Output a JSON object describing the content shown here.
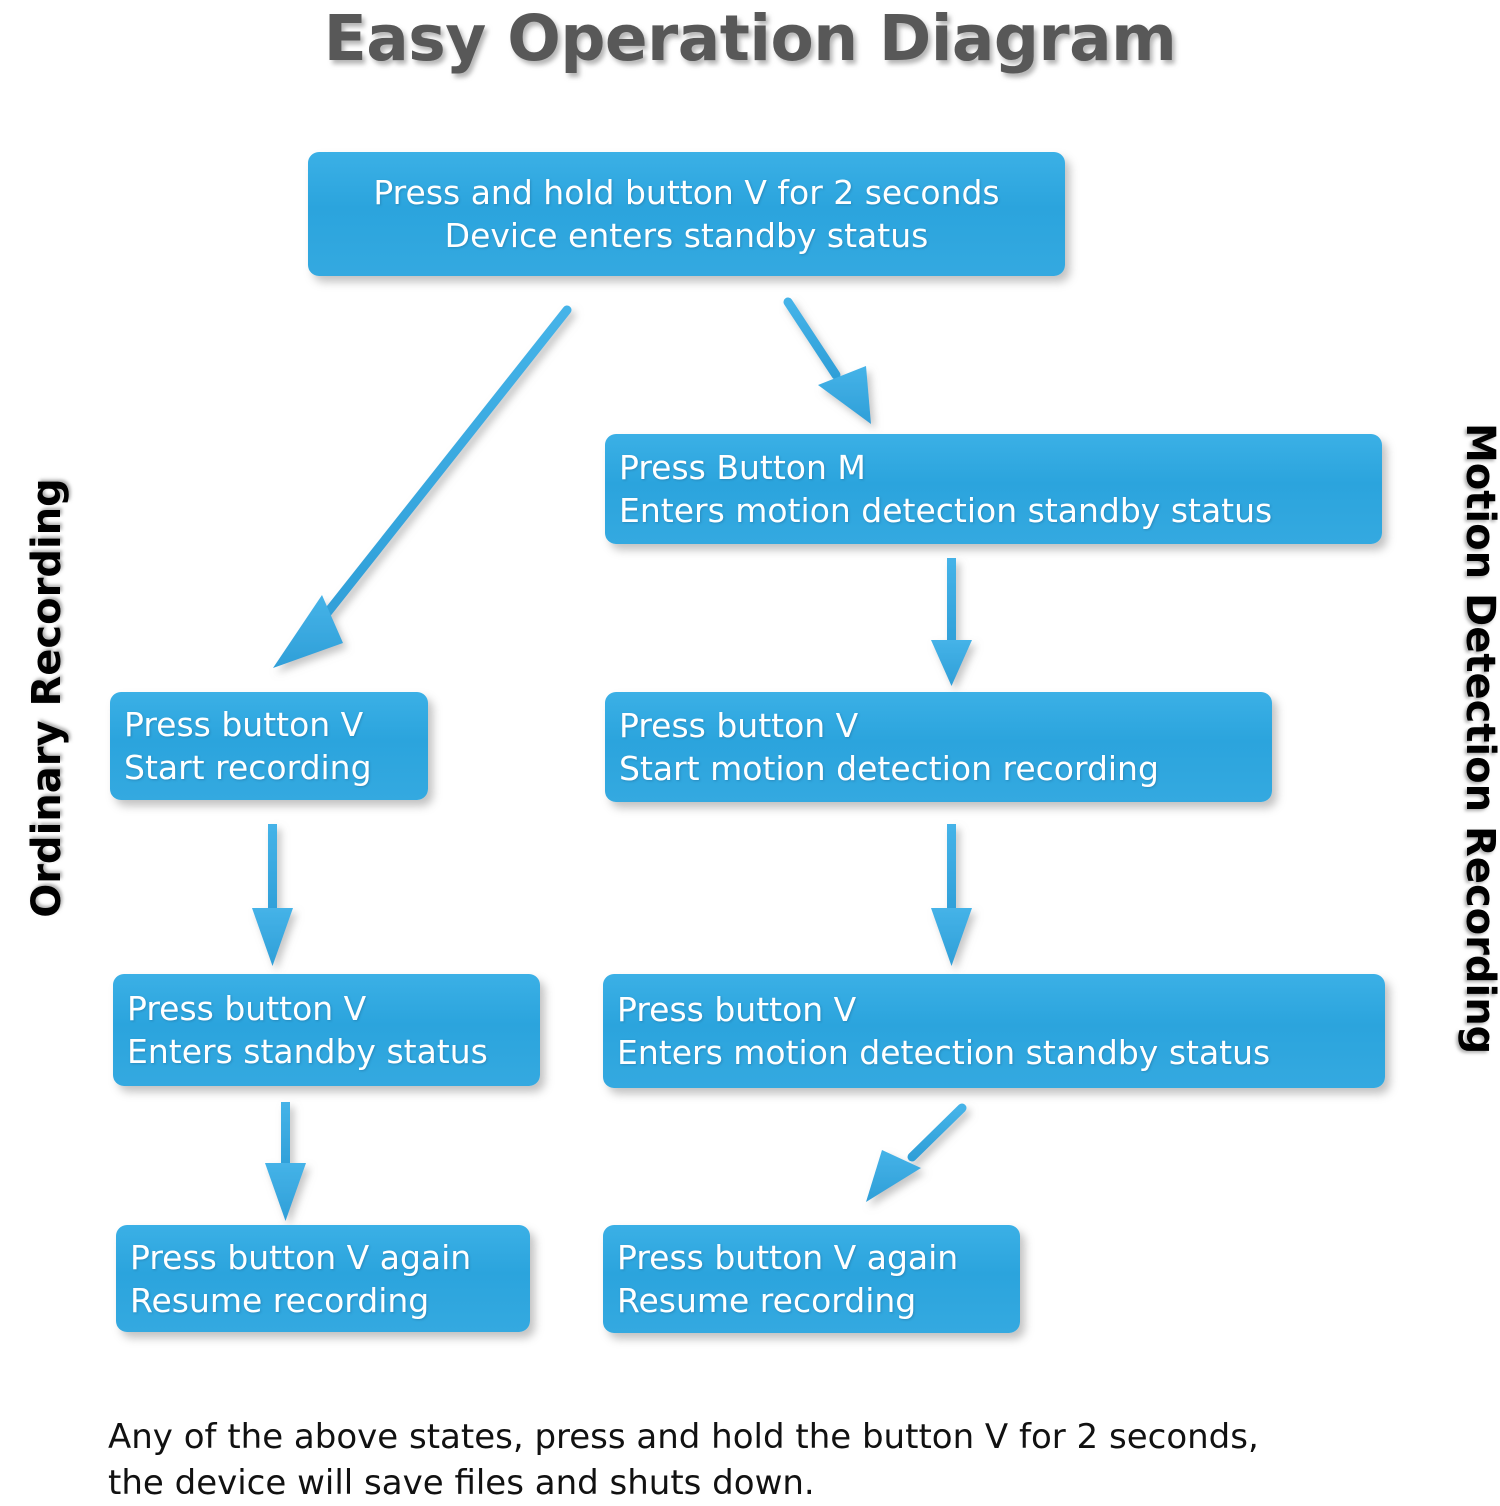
{
  "title": "Easy Operation Diagram",
  "side_labels": {
    "left": "Ordinary Recording",
    "right": "Motion Detection Recording"
  },
  "colors": {
    "box_fill": "#34a9e0",
    "box_fill_top": "#3bb0e6",
    "arrow": "#3ba8dd",
    "title_text": "#585858",
    "box_text": "#ffffff",
    "footer_text": "#111111",
    "background": "#ffffff"
  },
  "boxes": {
    "start": {
      "line1": "Press and hold button V for 2 seconds",
      "line2": "Device enters standby status"
    },
    "motion_standby": {
      "line1": "Press Button M",
      "line2": "Enters motion detection standby status"
    },
    "ordinary_start": {
      "line1": "Press button V",
      "line2": "Start recording"
    },
    "motion_start": {
      "line1": "Press button V",
      "line2": "Start motion detection recording"
    },
    "ordinary_standby": {
      "line1": "Press button V",
      "line2": "Enters standby status"
    },
    "motion_standby2": {
      "line1": "Press button V",
      "line2": "Enters motion detection standby status"
    },
    "ordinary_resume": {
      "line1": "Press button V again",
      "line2": "Resume recording"
    },
    "motion_resume": {
      "line1": "Press button V again",
      "line2": "Resume recording"
    }
  },
  "footer": {
    "line1": "Any of the above states, press and hold the button V for 2 seconds,",
    "line2": "the device will save files and shuts down."
  },
  "flow": {
    "arrows": [
      {
        "name": "start-to-ordinary-start",
        "from": "start",
        "to": "ordinary_start",
        "direction": "down-left"
      },
      {
        "name": "start-to-motion-standby",
        "from": "start",
        "to": "motion_standby",
        "direction": "down-right"
      },
      {
        "name": "motion-standby-to-motion-start",
        "from": "motion_standby",
        "to": "motion_start",
        "direction": "down"
      },
      {
        "name": "ordinary-start-to-ordinary-standby",
        "from": "ordinary_start",
        "to": "ordinary_standby",
        "direction": "down"
      },
      {
        "name": "motion-start-to-motion-standby2",
        "from": "motion_start",
        "to": "motion_standby2",
        "direction": "down"
      },
      {
        "name": "ordinary-standby-to-ordinary-resume",
        "from": "ordinary_standby",
        "to": "ordinary_resume",
        "direction": "down"
      },
      {
        "name": "motion-standby2-to-motion-resume",
        "from": "motion_standby2",
        "to": "motion_resume",
        "direction": "down-left"
      }
    ]
  }
}
